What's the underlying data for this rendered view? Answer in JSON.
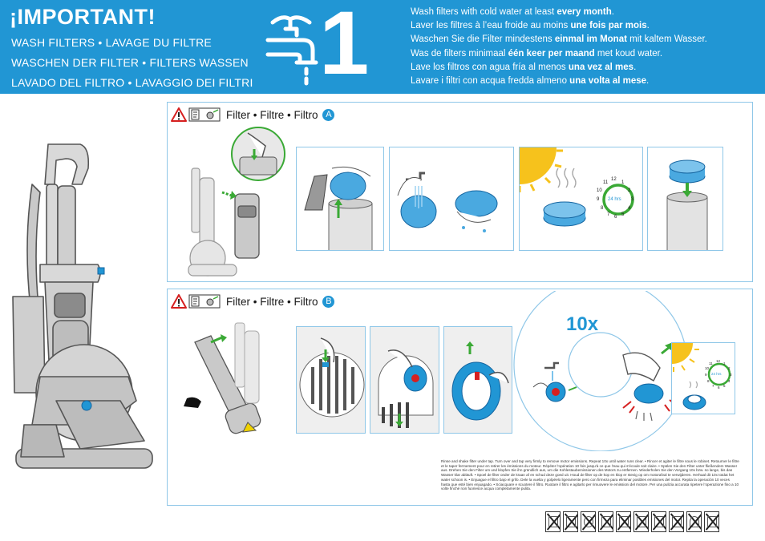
{
  "header": {
    "title": "¡IMPORTANT!",
    "subtitles": [
      "WASH FILTERS • LAVAGE DU FILTRE",
      "WASCHEN DER FILTER • FILTERS WASSEN",
      "LAVADO DEL FILTRO • LAVAGGIO DEI FILTRI"
    ],
    "step_number": "1",
    "instructions": [
      {
        "pre": "Wash filters with cold water at least ",
        "bold": "every month",
        "post": "."
      },
      {
        "pre": "Laver les filtres à l’eau froide au moins ",
        "bold": "une fois par mois",
        "post": "."
      },
      {
        "pre": "Waschen Sie die Filter mindestens ",
        "bold": "einmal im Monat",
        "post": " mit kaltem Wasser."
      },
      {
        "pre": "Was de filters minimaal ",
        "bold": "één keer per maand",
        "post": " met koud water."
      },
      {
        "pre": "Lave los filtros con agua fría al menos ",
        "bold": "una vez al mes",
        "post": "."
      },
      {
        "pre": "Lavare i filtri con acqua fredda almeno ",
        "bold": "una volta al mese",
        "post": "."
      }
    ]
  },
  "panel_a": {
    "title": "Filter • Filtre • Filtro",
    "badge": "A",
    "clock_label": "24 hrs",
    "clock_numbers": [
      "12",
      "1",
      "2",
      "3",
      "4",
      "5",
      "6",
      "7",
      "8",
      "9",
      "10",
      "11"
    ]
  },
  "panel_b": {
    "title": "Filter • Filtre • Filtro",
    "badge": "B",
    "repeat_label": "10x",
    "clock_label": "24 hrs",
    "clock_numbers": [
      "12",
      "1",
      "2",
      "3",
      "4",
      "5",
      "6",
      "7",
      "8",
      "9",
      "10",
      "11"
    ],
    "footnote": "Rinse and shake filter under tap. Turn over and tap very firmly to remove motor emissions. Repeat 10x until water runs clear. • Rincer et agiter le filtre sous le robinet. Retourner le filtre et le taper fermement pour en retirer les émissions du moteur. Répéter l’opération 10 fois jusqu’à ce que l’eau qui s’écoule soit claire. • Spülen Sie den Filter unter fließendem Wasser aus. Drehen Sie den Filter um und klopfen Sie ihn gründlich aus, um die Kohlestaubemissionen des Motors zu entfernen. Wiederholen Sie den Vorgang 10x bzw. so lange, bis das Wasser klar abläuft. • Spoel de filter onder de kraan af en schud deze goed uit. Houd de filter op de kop en klop er stevig op om motorafval te verwijderen. Herhaal dit 10x totdat het water schoon is. • Enjuague el filtro bajo el grifo. Dele la vuelta y golpéelo ligeramente pero con firmeza para eliminar posibles emisiones del motor. Repita la operación 10 veces hasta que esté bien enjuagado. • Sciacquare e scuotere il filtro. Ruotare il filtro e agitarlo per rimuovere le emissioni del motore. Per una pulizia accurata ripetere l’operazione fino a 10 volte finché non fuoriesce acqua completamente pulita."
  },
  "colors": {
    "brand_blue": "#2196d4",
    "panel_border": "#8fc7e8",
    "arrow_green": "#3aa935",
    "sun_yellow": "#f6c21c",
    "warning_red": "#d62020"
  },
  "icons": [
    "warning-icon",
    "manual-icon",
    "vacuum-icon",
    "water-tap-icon",
    "sun-icon",
    "clock-icon",
    "arrow-icon",
    "no-detergent-icon",
    "no-dishwasher-icon",
    "no-washing-machine-icon",
    "no-dryer-icon",
    "no-oven-icon",
    "no-microwave-icon",
    "no-fire-icon"
  ]
}
